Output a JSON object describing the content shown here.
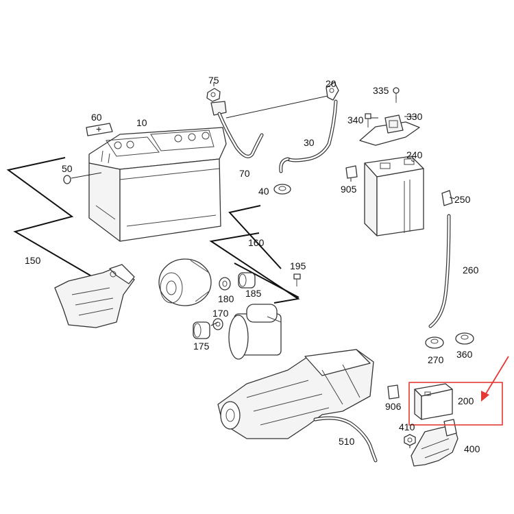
{
  "labels": {
    "l10": "10",
    "l20": "20",
    "l30": "30",
    "l40": "40",
    "l50": "50",
    "l60": "60",
    "l70": "70",
    "l75": "75",
    "l150": "150",
    "l160": "160",
    "l170": "170",
    "l175": "175",
    "l180": "180",
    "l185": "185",
    "l195": "195",
    "l200": "200",
    "l240": "240",
    "l250": "250",
    "l260": "260",
    "l270": "270",
    "l330": "330",
    "l335": "335",
    "l340": "340",
    "l360": "360",
    "l400": "400",
    "l410": "410",
    "l510": "510",
    "l905": "905",
    "l906": "906"
  },
  "battery_cover_symbol": "+",
  "colors": {
    "highlight": "#e53935",
    "line": "#333333"
  }
}
